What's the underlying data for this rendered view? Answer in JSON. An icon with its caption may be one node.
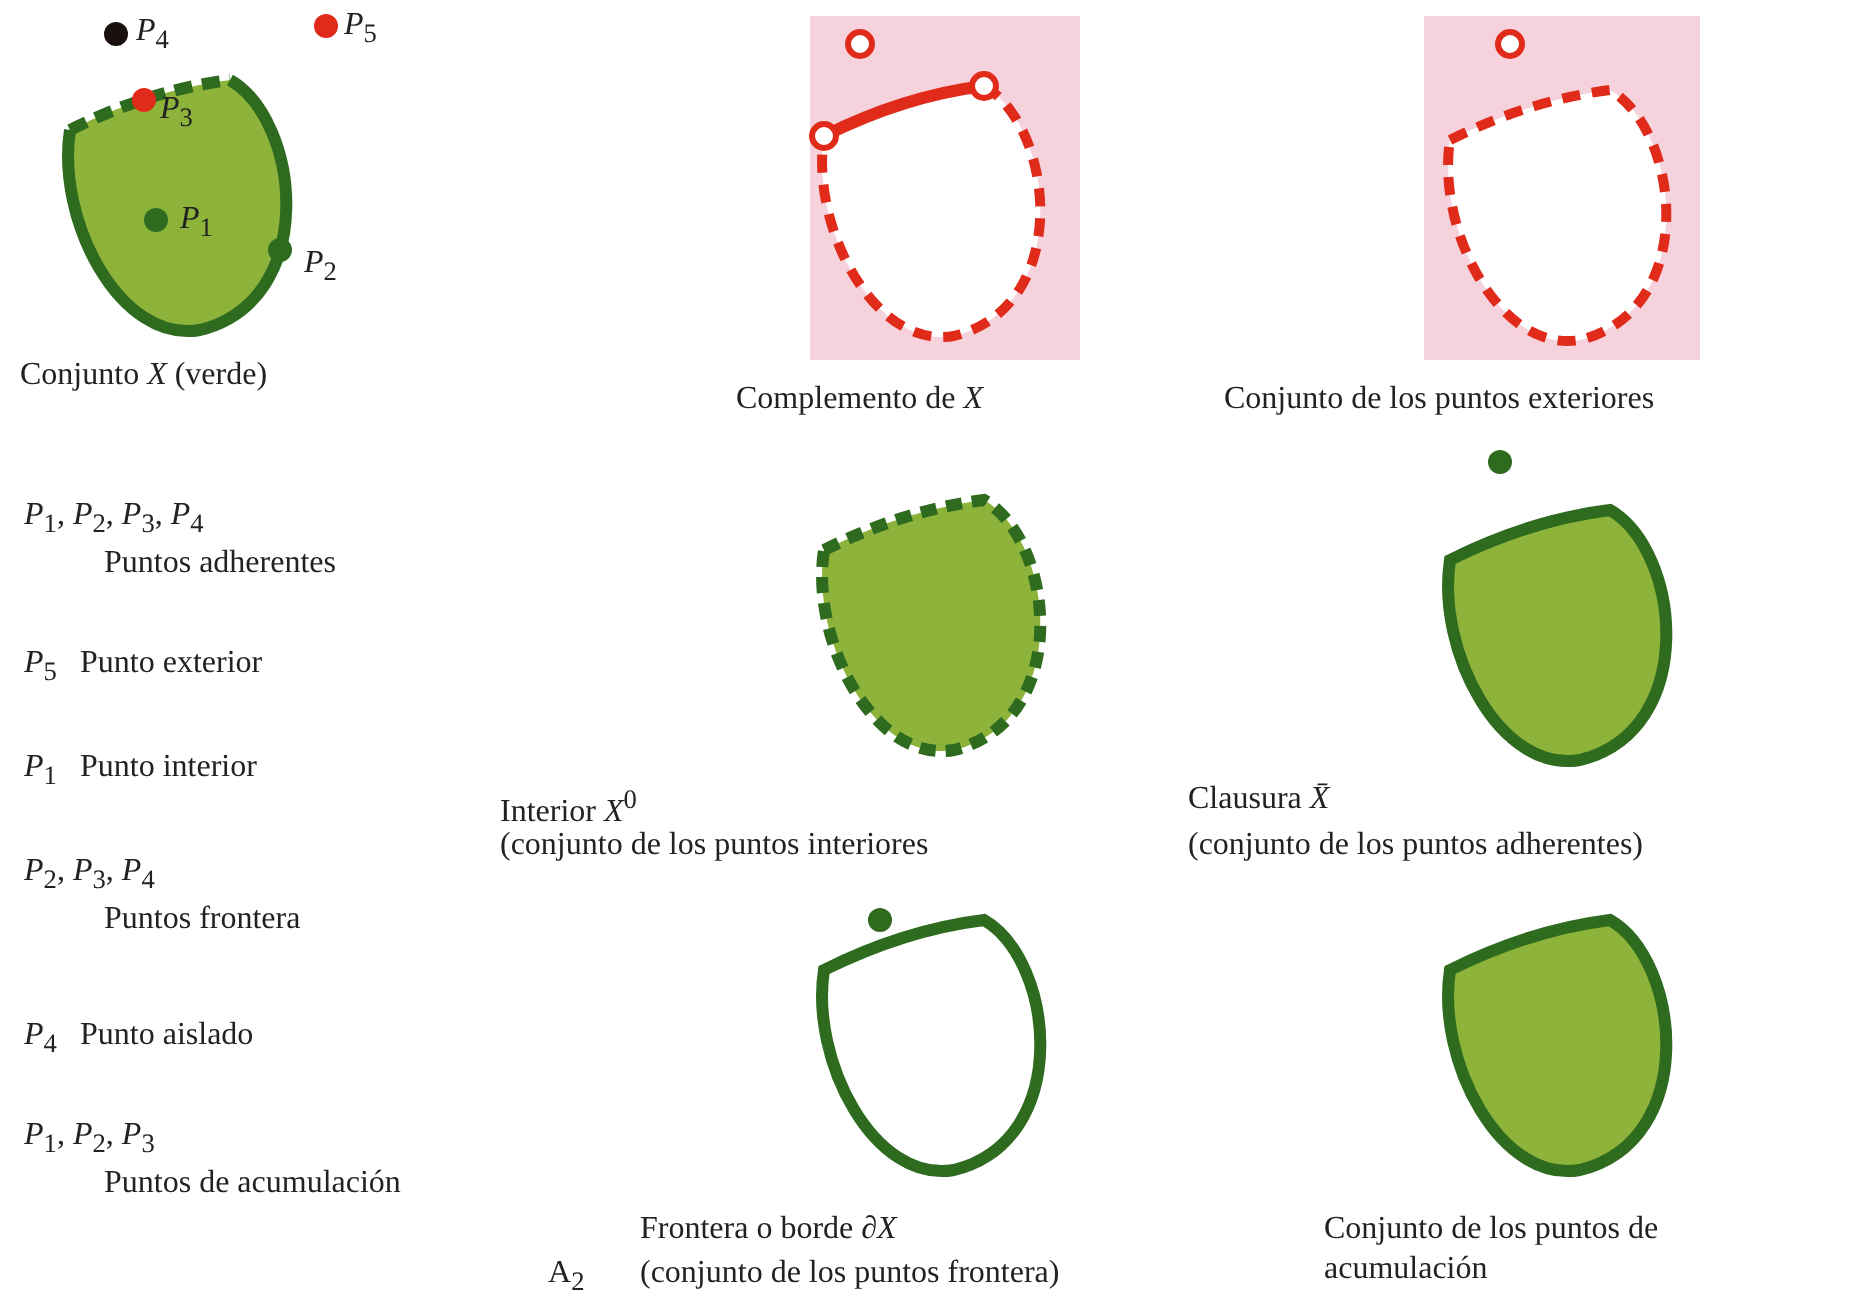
{
  "diagram": {
    "labels": [
      "*P*$_{4}$",
      "*P*$_{5}$",
      "*P*$_{3}$",
      "*P*$_{1}$",
      "*P*$_{2}$",
      "Conjunto *X* (verde)",
      "Complemento de *X*",
      "Conjunto de los puntos exteriores",
      "*P*$_{1}$, *P*$_{2}$, *P*$_{3}$, *P*$_{4}$",
      "Puntos adherentes",
      "*P*$_{5}$",
      "Punto exterior",
      "*P*$_{1}$",
      "Punto interior",
      "Interior *X*$^{0}$",
      "(conjunto de los puntos interiores",
      "Clausura *X̄*",
      "(conjunto de los puntos adherentes)",
      "*P*$_{2}$, *P*$_{3}$, *P*$_{4}$",
      "Puntos frontera",
      "*P*$_{4}$",
      "Punto aislado",
      "*P*$_{1}$, *P*$_{2}$, *P*$_{3}$",
      "Puntos de acumulación",
      "Frontera o borde ∂*X*",
      "Conjunto de los puntos de acumulación",
      "A$_{2}$",
      "(conjunto de los puntos frontera)"
    ]
  }
}
